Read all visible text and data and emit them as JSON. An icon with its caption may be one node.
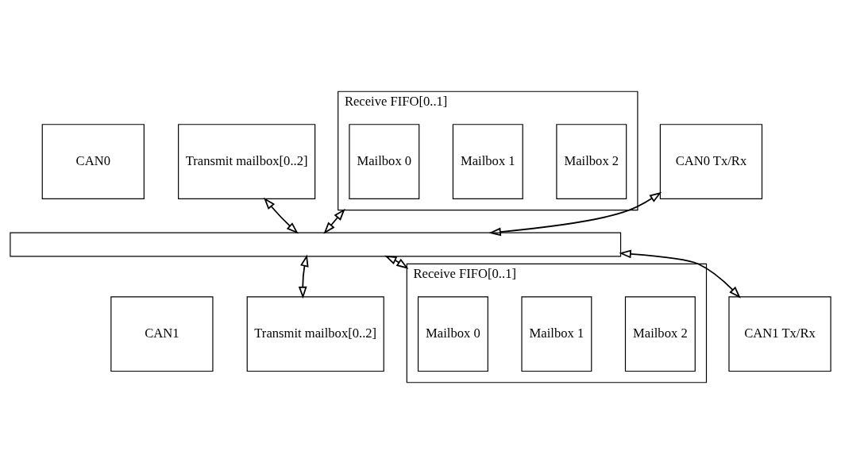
{
  "diagram": {
    "nodes": [
      {
        "text": [
          "CAN0"
        ]
      },
      {
        "text": [
          "Transmit mailbox[0..2]"
        ]
      },
      {
        "text": [
          "Receive FIFO[0..1]"
        ]
      },
      {
        "text": [
          "Mailbox 0"
        ],
        "in": 2
      },
      {
        "text": [
          "Mailbox 1"
        ],
        "in": 2
      },
      {
        "text": [
          "Mailbox 2"
        ],
        "in": 2
      },
      {
        "text": [
          "CAN0 Tx/Rx"
        ]
      },
      {
        "text": [],
        "shape": "bar"
      },
      {
        "text": [
          "CAN1"
        ]
      },
      {
        "text": [
          "Transmit mailbox[0..2]"
        ]
      },
      {
        "text": [
          "Receive FIFO[0..1]"
        ]
      },
      {
        "text": [
          "Mailbox 0"
        ],
        "in": 10
      },
      {
        "text": [
          "Mailbox 1"
        ],
        "in": 10
      },
      {
        "text": [
          "Mailbox 2"
        ],
        "in": 10
      },
      {
        "text": [
          "CAN1 Tx/Rx"
        ]
      }
    ],
    "edges": [
      {
        "from": 1,
        "to": 7,
        "arrow": "both"
      },
      {
        "from": 2,
        "to": 7,
        "arrow": "both"
      },
      {
        "from": 6,
        "to": 7,
        "arrow": "both"
      },
      {
        "from": 7,
        "to": 9,
        "arrow": "both"
      },
      {
        "from": 7,
        "to": 10,
        "arrow": "both"
      },
      {
        "from": 7,
        "to": 14,
        "arrow": "both"
      }
    ]
  }
}
